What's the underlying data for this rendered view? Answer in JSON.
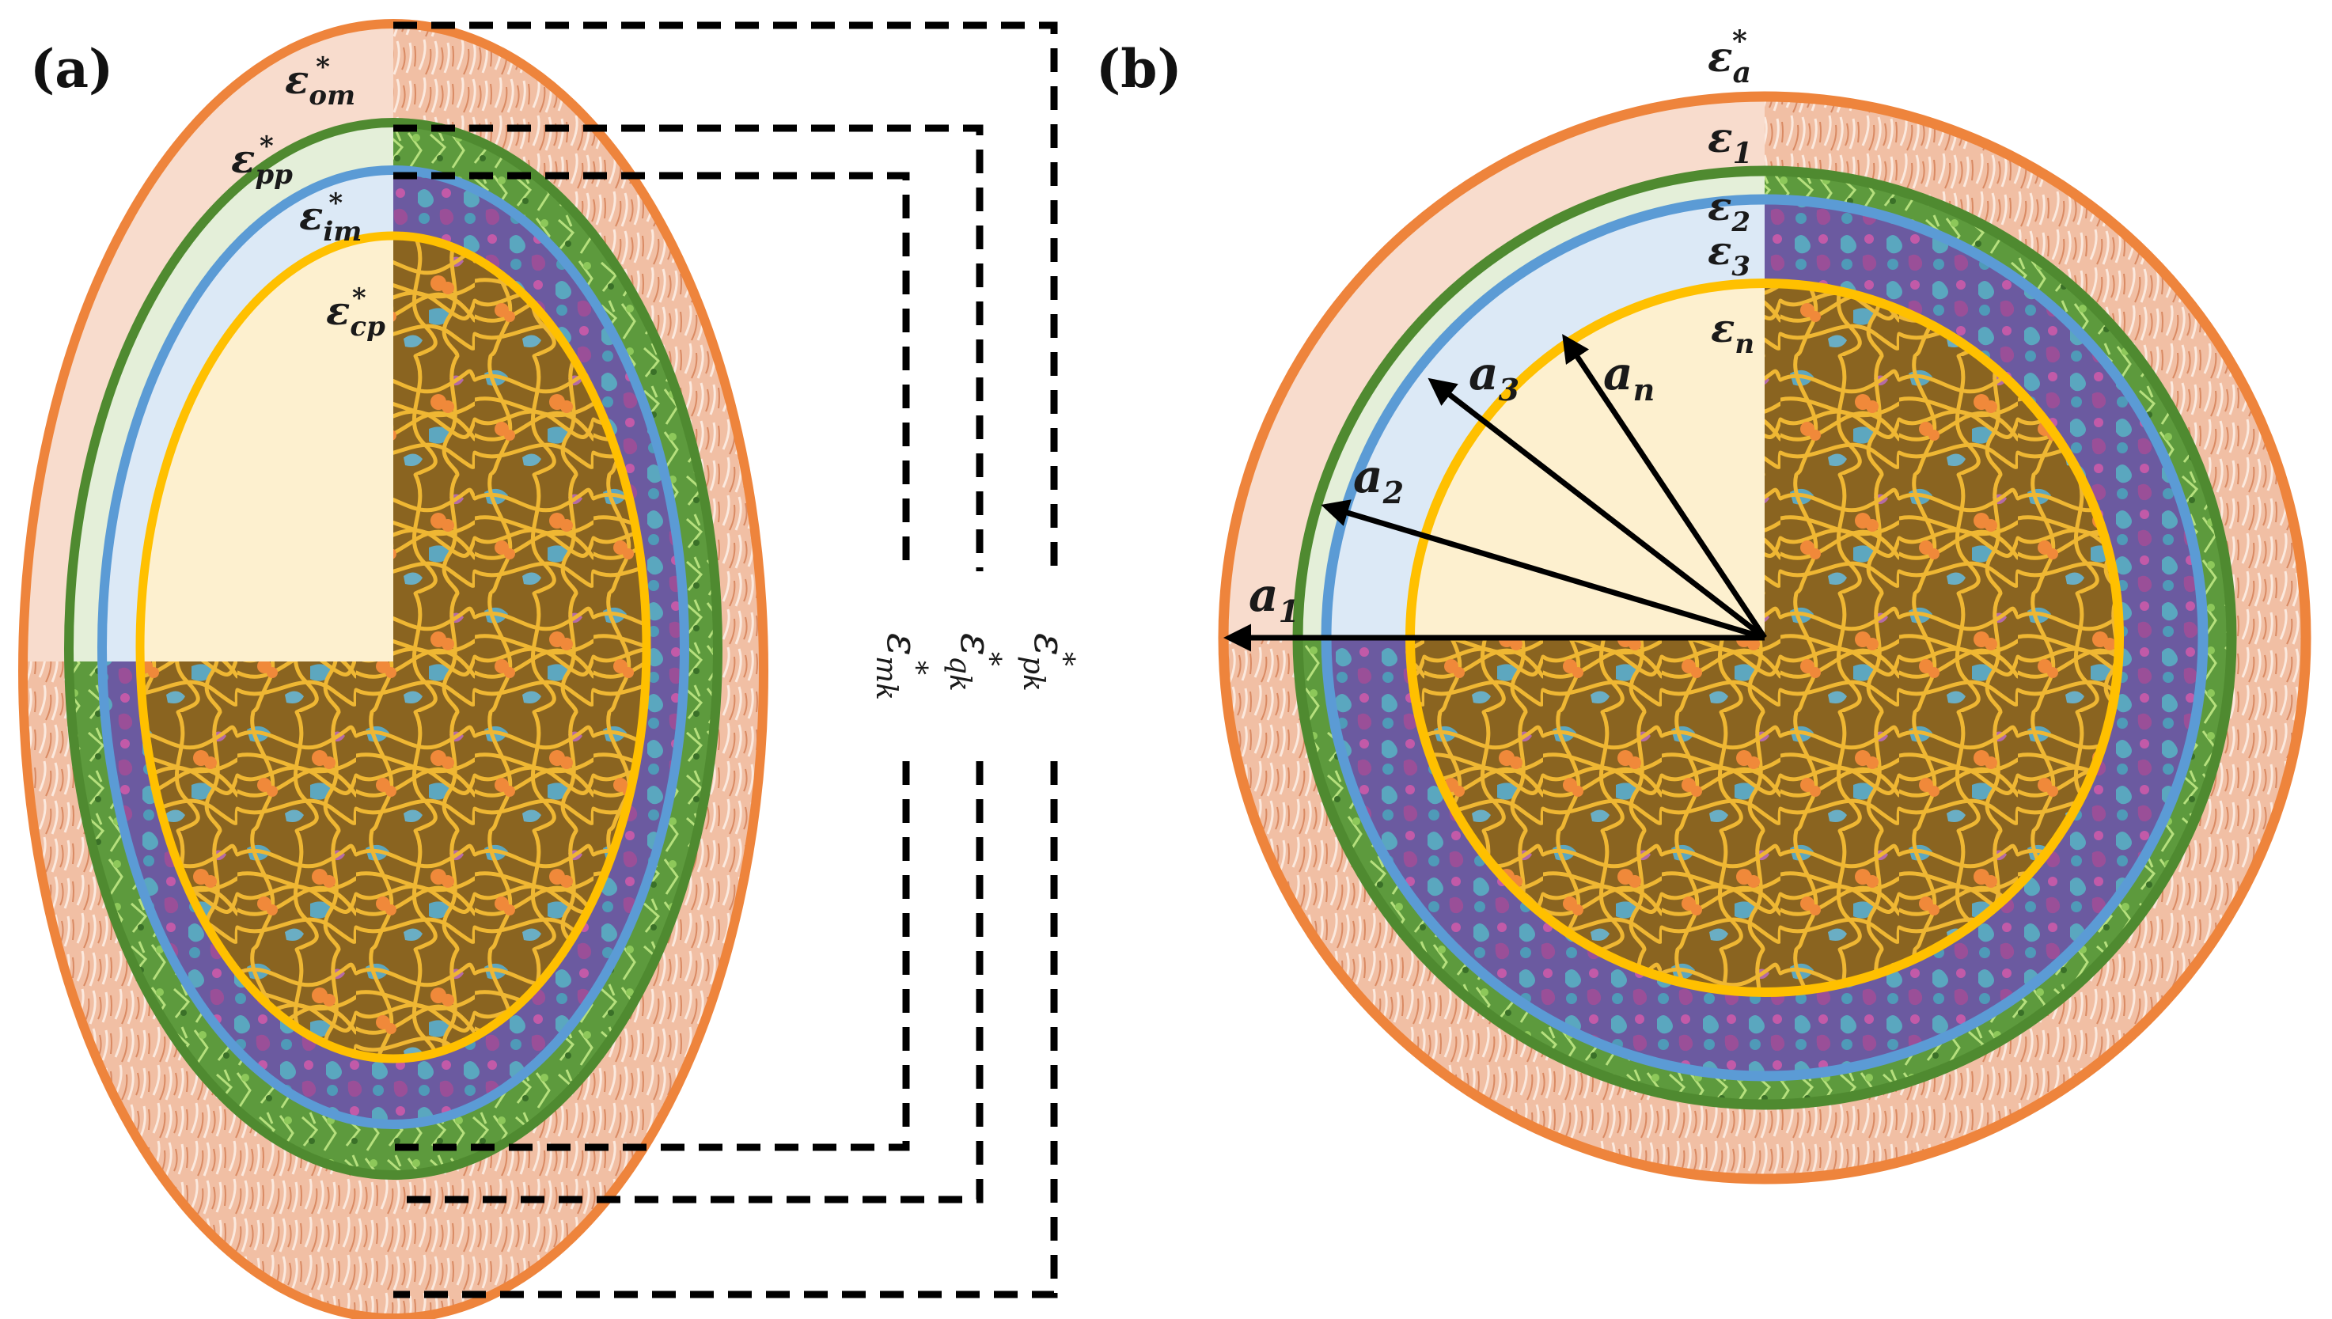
{
  "panels": {
    "a": {
      "label": "(a)",
      "layers": {
        "outer_membrane": {
          "sym": "ε",
          "sub": "om",
          "sup": "*"
        },
        "periplasm": {
          "sym": "ε",
          "sub": "pp",
          "sup": "*"
        },
        "inner_membrane": {
          "sym": "ε",
          "sub": "im",
          "sup": "*"
        },
        "cytoplasm": {
          "sym": "ε",
          "sub": "cp",
          "sup": "*"
        }
      },
      "brackets": [
        {
          "sym": "ε",
          "sub": "mk",
          "sup": "*"
        },
        {
          "sym": "ε",
          "sub": "qk",
          "sup": "*"
        },
        {
          "sym": "ε",
          "sub": "pk",
          "sup": "*"
        }
      ]
    },
    "b": {
      "label": "(b)",
      "layers": {
        "outer": {
          "sym": "ε",
          "sub": "a",
          "sup": "*"
        },
        "shell1": {
          "sym": "ε",
          "sub": "1"
        },
        "shell2": {
          "sym": "ε",
          "sub": "2"
        },
        "shell3": {
          "sym": "ε",
          "sub": "3"
        },
        "core": {
          "sym": "ε",
          "sub": "n"
        }
      },
      "radii": [
        {
          "sym": "a",
          "sub": "1"
        },
        {
          "sym": "a",
          "sub": "2"
        },
        {
          "sym": "a",
          "sub": "3"
        },
        {
          "sym": "a",
          "sub": "n"
        }
      ]
    }
  },
  "colors": {
    "outer_membrane": "#ee843c",
    "periplasm": "#4f8a30",
    "inner_membrane": "#5b9bd5",
    "cytoplasm": "#ffc000",
    "fibers": "#e6ad2e",
    "blue_proteins": "#58a9c2",
    "purple_proteins": "#8b4d8c",
    "orange_proteins": "#f07a35"
  }
}
